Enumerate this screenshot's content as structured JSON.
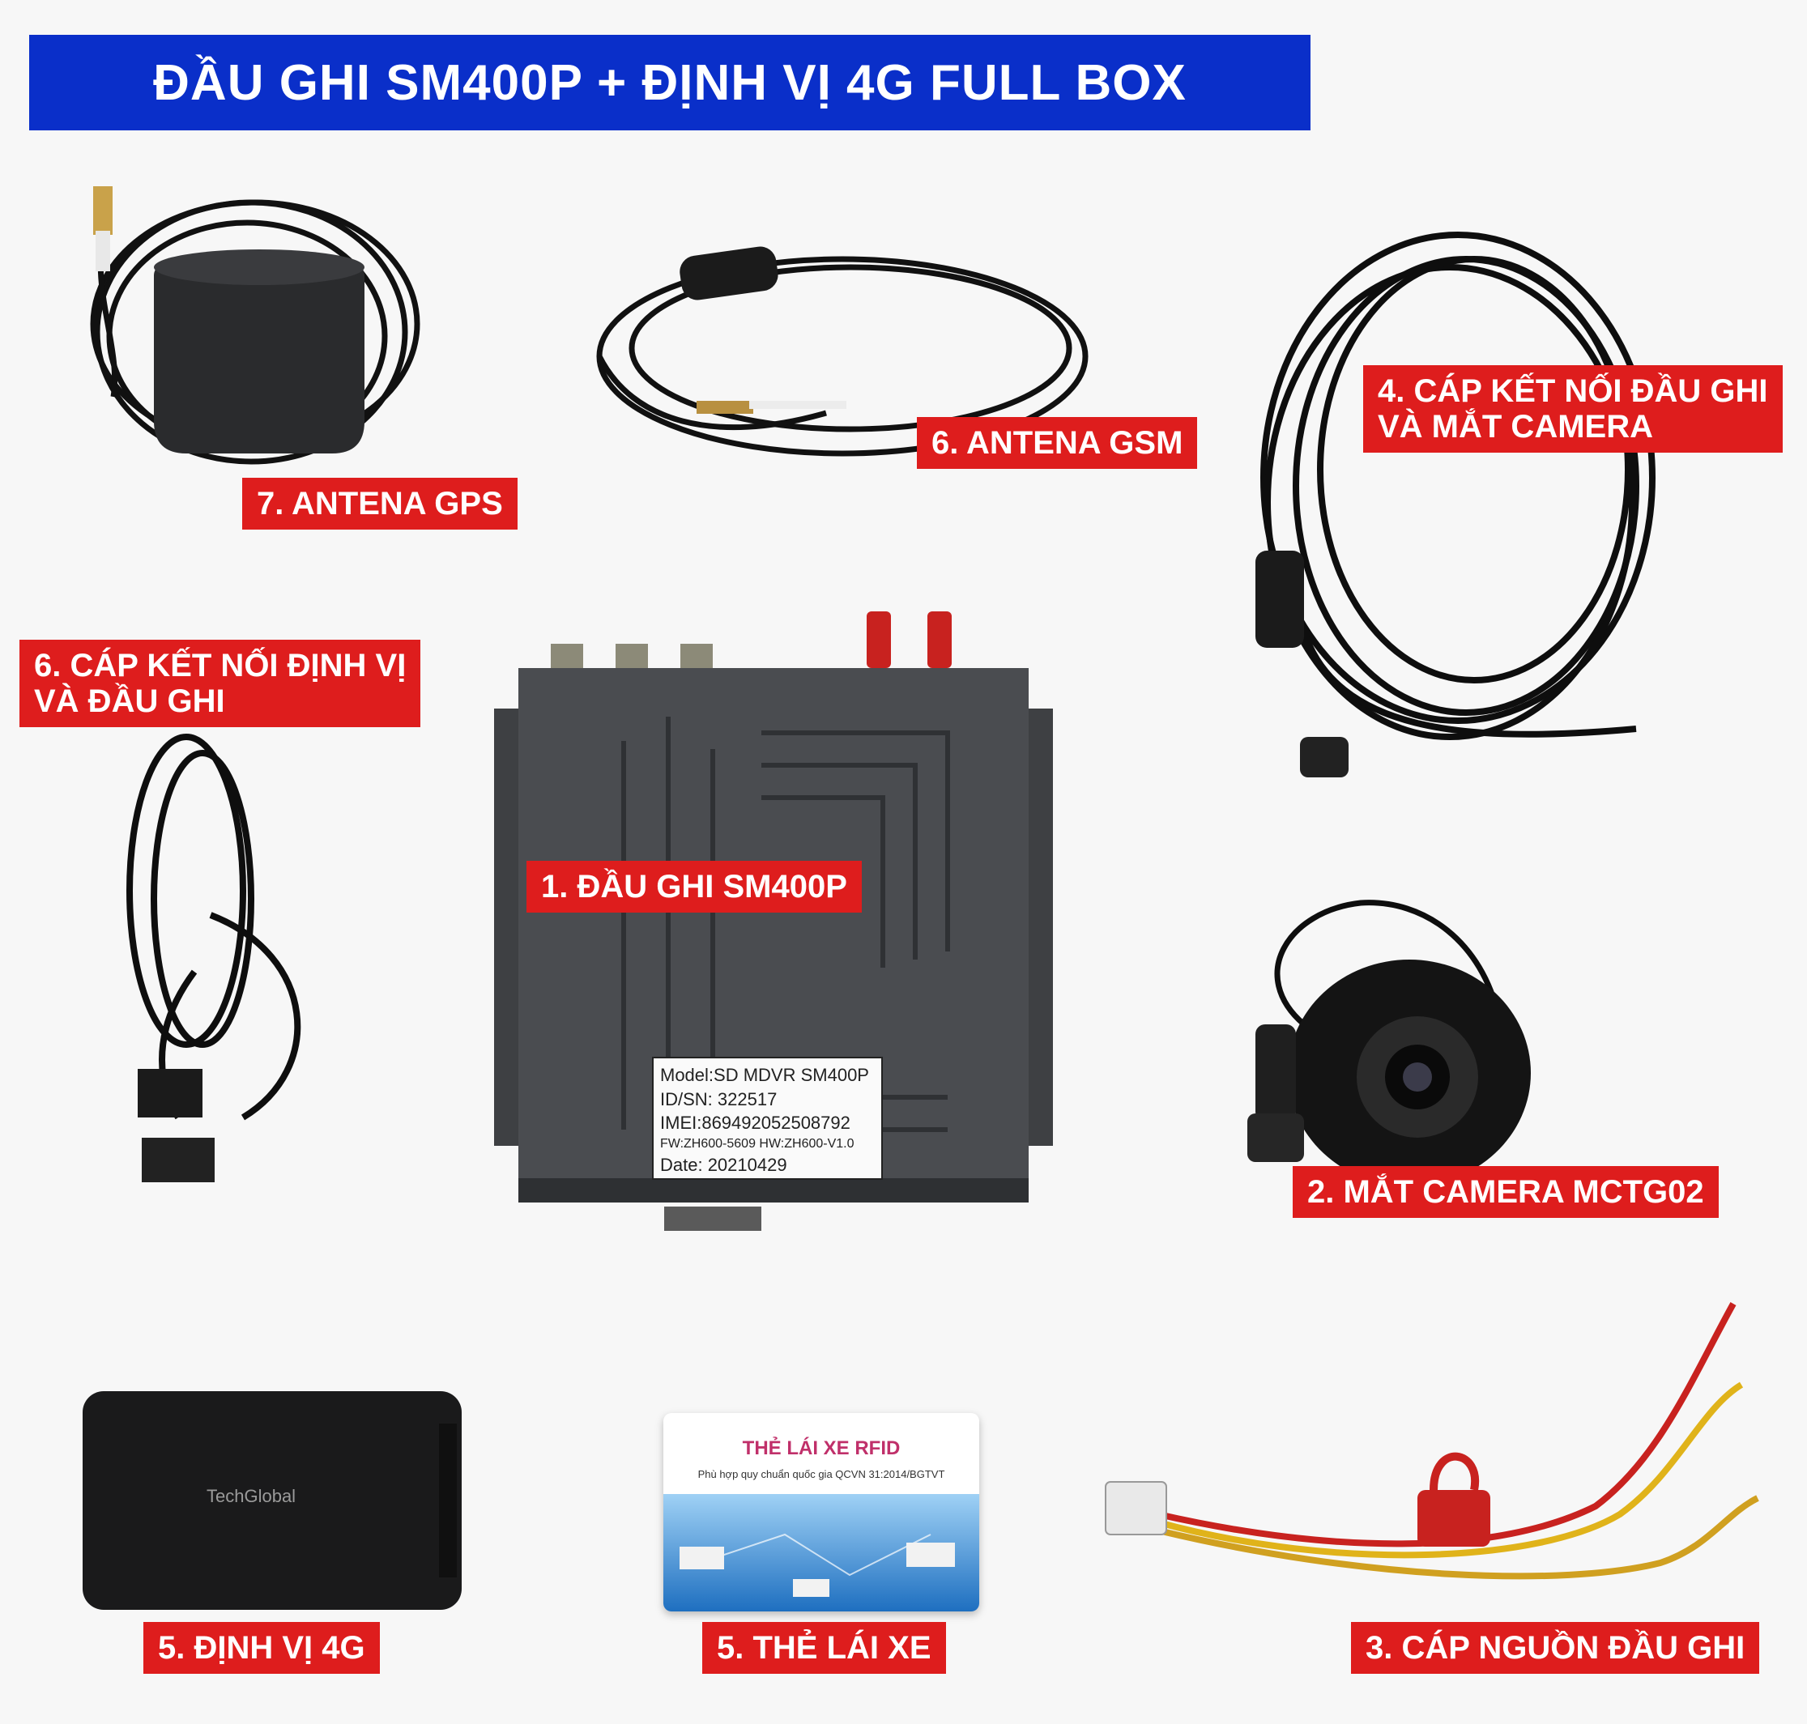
{
  "banner": {
    "title": "ĐẦU GHI SM400P + ĐỊNH VỊ 4G FULL BOX"
  },
  "labels": {
    "gps_antenna": "7. ANTENA GPS",
    "gsm_antenna": "6. ANTENA GSM",
    "camera_cable_1": "4. CÁP KẾT NỐI ĐẦU GHI",
    "camera_cable_2": "VÀ MẮT CAMERA",
    "locator_cable_1": "6. CÁP KẾT NỐI ĐỊNH VỊ",
    "locator_cable_2": "VÀ ĐẦU GHI",
    "recorder": "1. ĐẦU GHI SM400P",
    "camera": "2. MẮT CAMERA MCTG02",
    "locator": "5. ĐỊNH VỊ 4G",
    "driver_card": "5. THẺ LÁI XE",
    "power_cable": "3. CÁP NGUỒN ĐẦU GHI"
  },
  "device_label": {
    "model": "Model:SD MDVR SM400P",
    "sn": "ID/SN:  322517",
    "imei": "IMEI:869492052508792",
    "fw_hw": "FW:ZH600-5609 HW:ZH600-V1.0",
    "date": "Date:  20210429"
  },
  "locator_brand": "TechGlobal",
  "rfid_card": {
    "title": "THẺ LÁI XE RFID",
    "subtitle": "Phù hợp quy chuẩn quốc gia QCVN 31:2014/BGTVT"
  },
  "colors": {
    "banner": "#0a2fc9",
    "tag": "#de1d1d"
  }
}
